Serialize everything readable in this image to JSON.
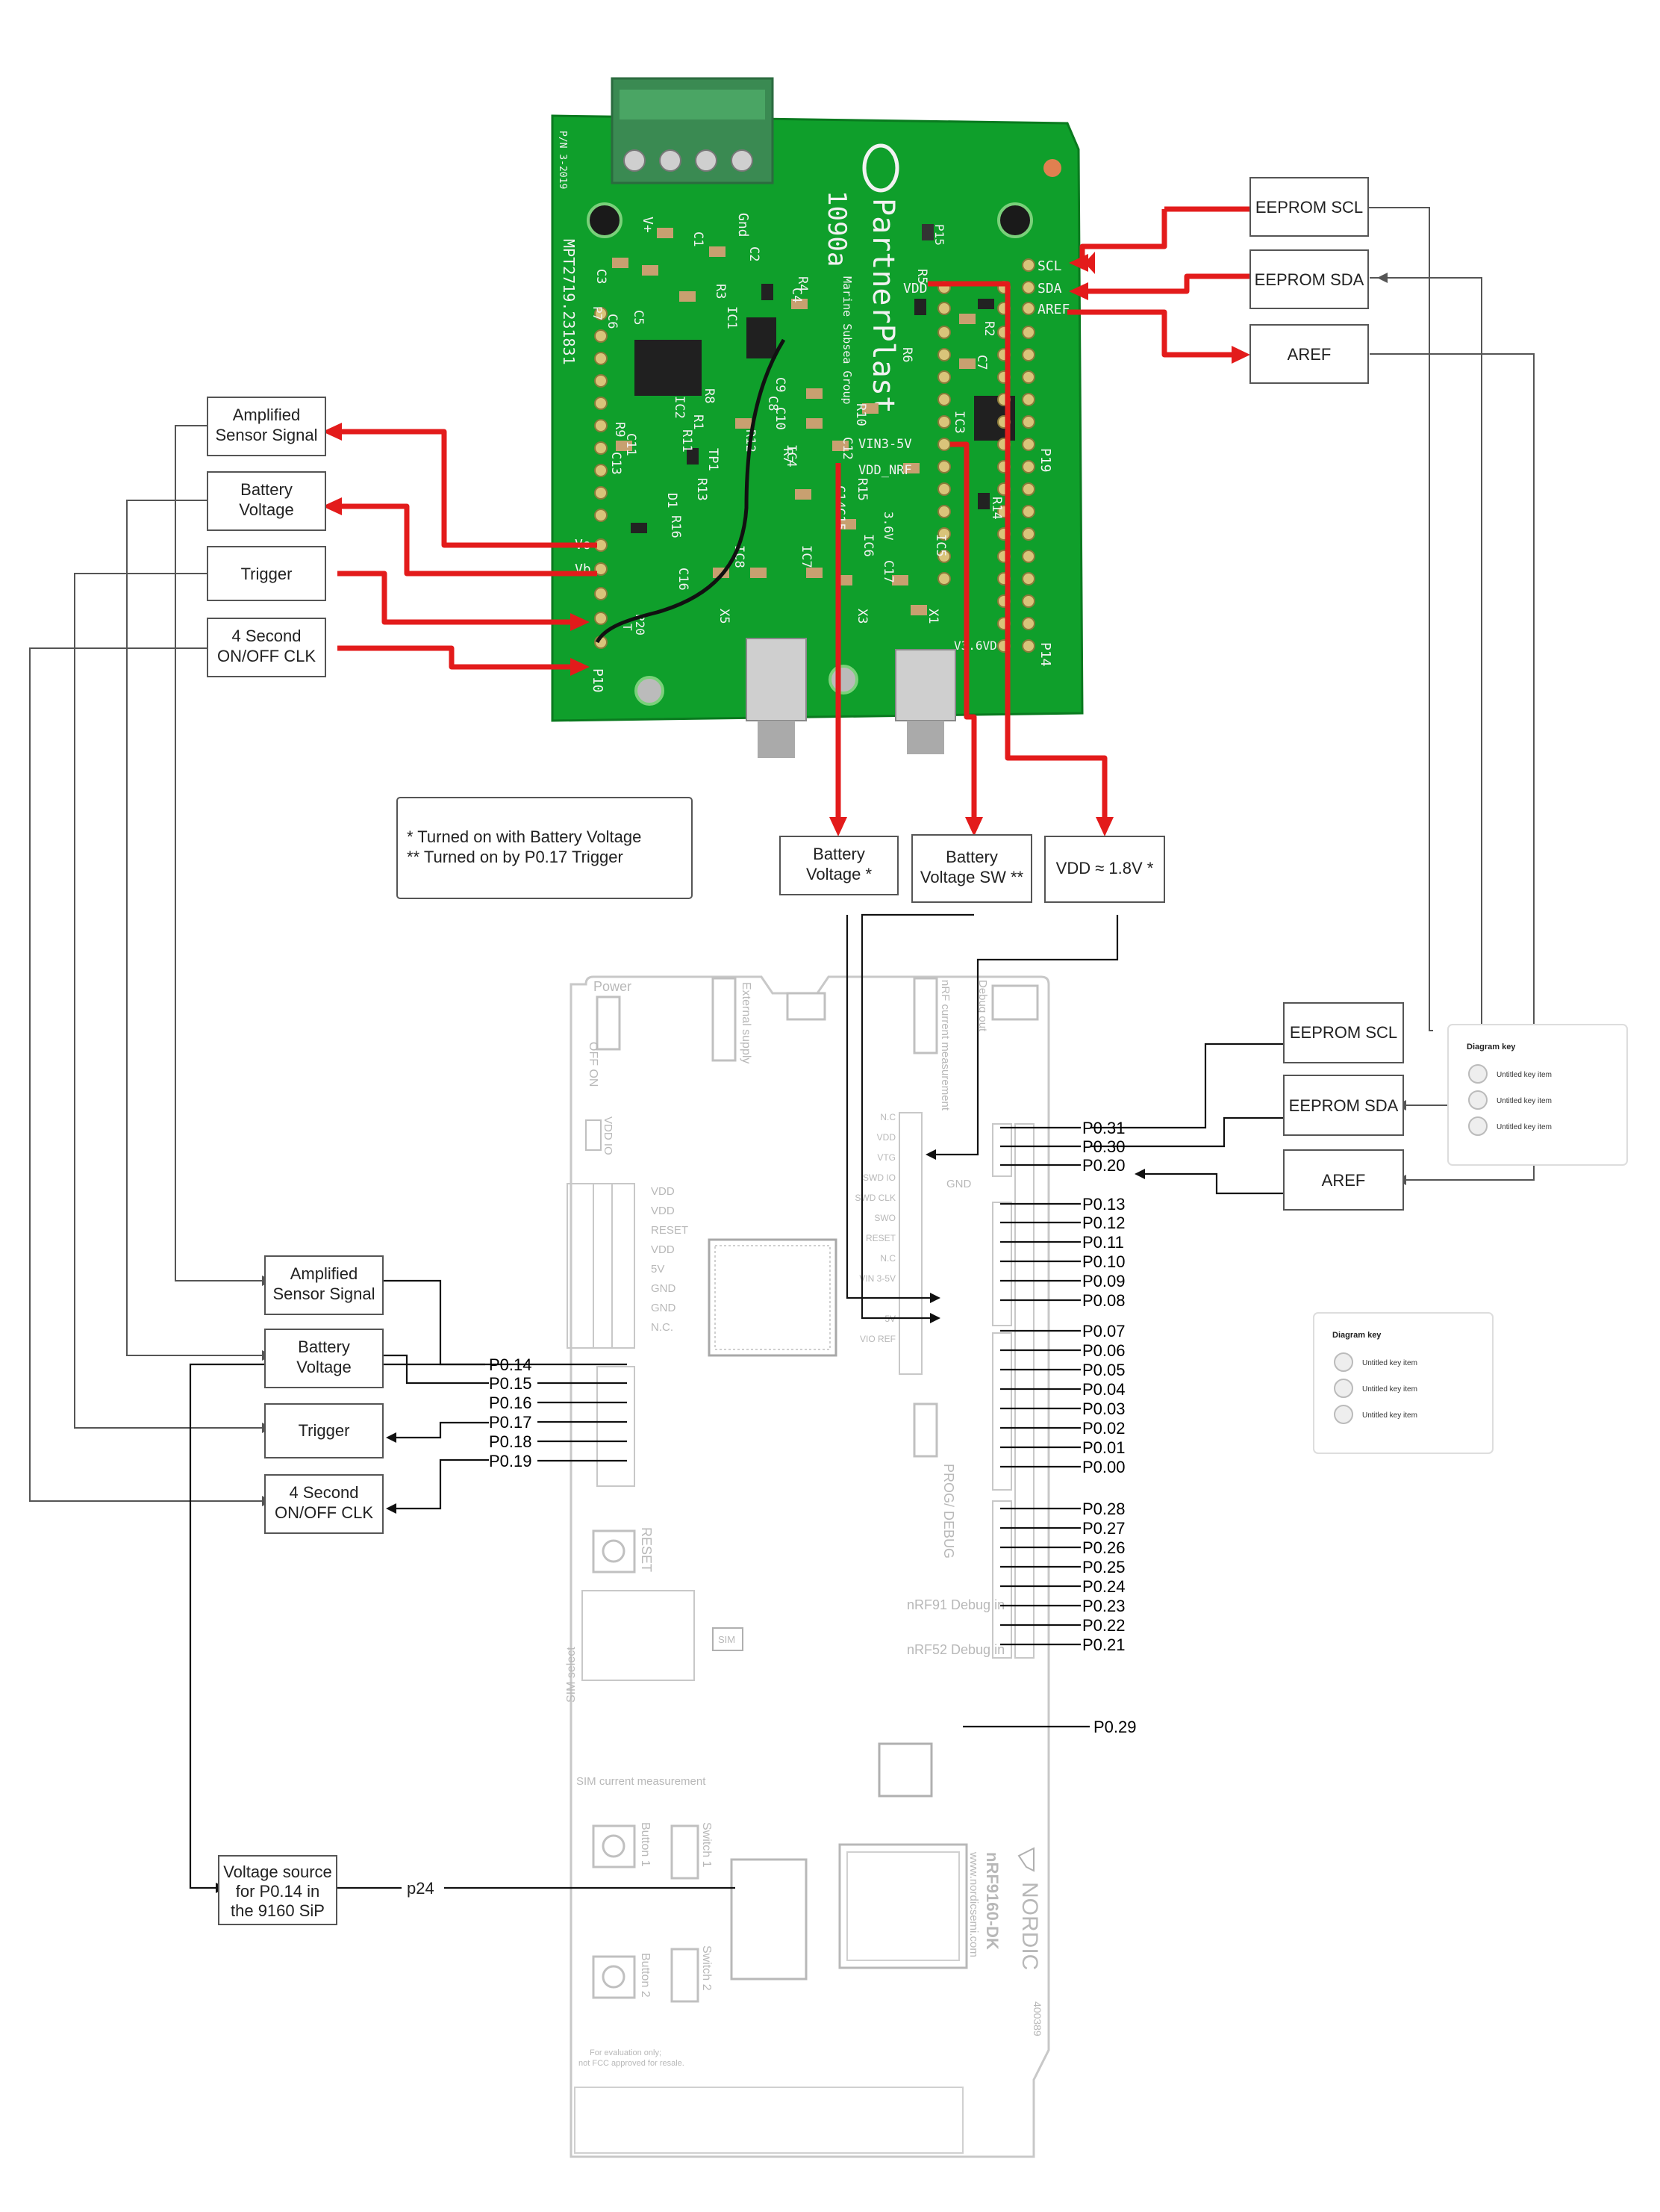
{
  "pcb": {
    "model": "1090a",
    "brand": "PartnerPlast",
    "subbrand": "Marine Subsea Group",
    "part_number": "MPT2719.231831",
    "rev": "P/N 3-2019",
    "terminal_labels": [
      "V+",
      "Gnd"
    ],
    "pin_labels_left": [
      "Vo",
      "Vb",
      "T",
      "P10",
      "P7",
      "P20"
    ],
    "pin_labels_right": [
      "SCL",
      "SDA",
      "AREF",
      "VDD",
      "VIN3-5V",
      "VDD_NRF",
      "3.6V",
      "P19",
      "P14",
      "P15",
      "V3.6VD"
    ],
    "components": [
      "C1",
      "C2",
      "C3",
      "C4",
      "C5",
      "C6",
      "C7",
      "C8",
      "C9",
      "C10",
      "C11",
      "C12",
      "C13",
      "C14",
      "C15",
      "C16",
      "C17",
      "R1",
      "R2",
      "R3",
      "R4",
      "R5",
      "R6",
      "R7",
      "R8",
      "R9",
      "R10",
      "R11",
      "R12",
      "R13",
      "R14",
      "R15",
      "R16",
      "IC1",
      "IC2",
      "IC3",
      "IC4",
      "IC5",
      "IC6",
      "IC7",
      "IC8",
      "D1",
      "TP1",
      "X1",
      "X3",
      "X5"
    ]
  },
  "labels": {
    "amplified_sensor_signal": [
      "Amplified",
      "Sensor Signal"
    ],
    "battery_voltage": [
      "Battery",
      "Voltage"
    ],
    "trigger": "Trigger",
    "four_second_clk": [
      "4 Second",
      "ON/OFF CLK"
    ],
    "eeprom_scl": "EEPROM SCL",
    "eeprom_sda": "EEPROM SDA",
    "aref": "AREF",
    "battery_voltage_star": [
      "Battery",
      "Voltage *"
    ],
    "battery_voltage_sw": [
      "Battery",
      "Voltage SW **"
    ],
    "vdd_18": "VDD  ≈ 1.8V *",
    "voltage_source": [
      "Voltage source",
      "for P0.14 in",
      "the 9160 SiP"
    ],
    "p24": "p24"
  },
  "note": {
    "line1": "* Turned on with Battery Voltage",
    "line2": "** Turned on by P0.17 Trigger"
  },
  "pins_right_top": [
    "P0.31",
    "P0.30",
    "P0.20"
  ],
  "pins_right_mid": [
    "P0.13",
    "P0.12",
    "P0.11",
    "P0.10",
    "P0.09",
    "P0.08"
  ],
  "pins_right_low": [
    "P0.07",
    "P0.06",
    "P0.05",
    "P0.04",
    "P0.03",
    "P0.02",
    "P0.01",
    "P0.00"
  ],
  "pins_right_bottom": [
    "P0.28",
    "P0.27",
    "P0.26",
    "P0.25",
    "P0.24",
    "P0.23",
    "P0.22",
    "P0.21"
  ],
  "pin_p029": "P0.29",
  "pins_left": [
    "P0.14",
    "P0.15",
    "P0.16",
    "P0.17",
    "P0.18",
    "P0.19"
  ],
  "devkit": {
    "title": "nRF9160-DK",
    "brand": "NORDIC",
    "url": "www.nordicsemi.com",
    "serial": "400389",
    "disclaimer": [
      "For evaluation only;",
      "not FCC approved for resale."
    ],
    "silk_labels": {
      "power": "Power",
      "off_on": "OFF  ON",
      "external_supply": "External supply",
      "nrf_current": "nRF current measurement",
      "debug_out": "Debug out",
      "vdd_io": "VDD IO",
      "reset": "RESET",
      "prog_debug": "PROG/ DEBUG",
      "nrf91_debug": "nRF91 Debug in",
      "nrf52_debug": "nRF52 Debug in",
      "sim": "SIM",
      "sim_select": "SIM select",
      "sim_current": "SIM current measurement",
      "button1": "Button 1",
      "button2": "Button 2",
      "switch1": "Switch 1",
      "switch2": "Switch 2",
      "gnd": "GND"
    },
    "header_left": [
      "VDD",
      "VDD",
      "RESET",
      "VDD",
      "5V",
      "GND",
      "GND",
      "N.C."
    ],
    "header_mid": [
      "N.C",
      "VDD",
      "VTG",
      "SWD IO",
      "SWD CLK",
      "SWO",
      "RESET",
      "N.C",
      "VIN 3-5V",
      "5V",
      "VIO REF"
    ]
  },
  "diagram_keys": [
    {
      "title": "Diagram key",
      "items": [
        "Untitled key item",
        "Untitled key item",
        "Untitled key item"
      ]
    },
    {
      "title": "Diagram key",
      "items": [
        "Untitled key item",
        "Untitled key item",
        "Untitled key item"
      ]
    }
  ],
  "colors": {
    "pcb_green": "#0f9f2b",
    "signal_red": "#e31b1b",
    "line_gray": "#555555",
    "devkit_outline": "#c8c8c8"
  }
}
